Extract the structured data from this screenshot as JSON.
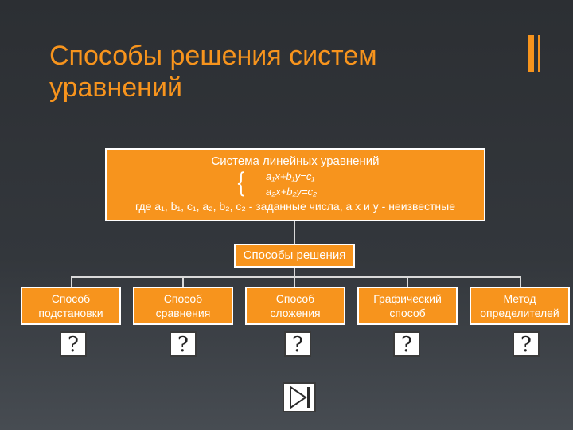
{
  "slide": {
    "title_line1": "Способы решения систем",
    "title_line2": "уравнений"
  },
  "system_box": {
    "title": "Система линейных уравнений",
    "equation1": "a₁x+b₁y=c₁",
    "equation2": "a₂x+b₂y=c₂",
    "note": "где a₁, b₁, c₁, a₂, b₂, c₂ - заданные числа, а x и y - неизвестные"
  },
  "methods_header": "Способы решения",
  "methods": [
    {
      "line1": "Способ",
      "line2": "подстановки"
    },
    {
      "line1": "Способ",
      "line2": "сравнения"
    },
    {
      "line1": "Способ",
      "line2": "сложения"
    },
    {
      "line1": "Графический",
      "line2": "способ"
    },
    {
      "line1": "Метод",
      "line2": "определителей"
    }
  ],
  "question_mark": "?",
  "colors": {
    "accent": "#f7941d",
    "background": "#2c2f33",
    "border": "#ffffff"
  }
}
